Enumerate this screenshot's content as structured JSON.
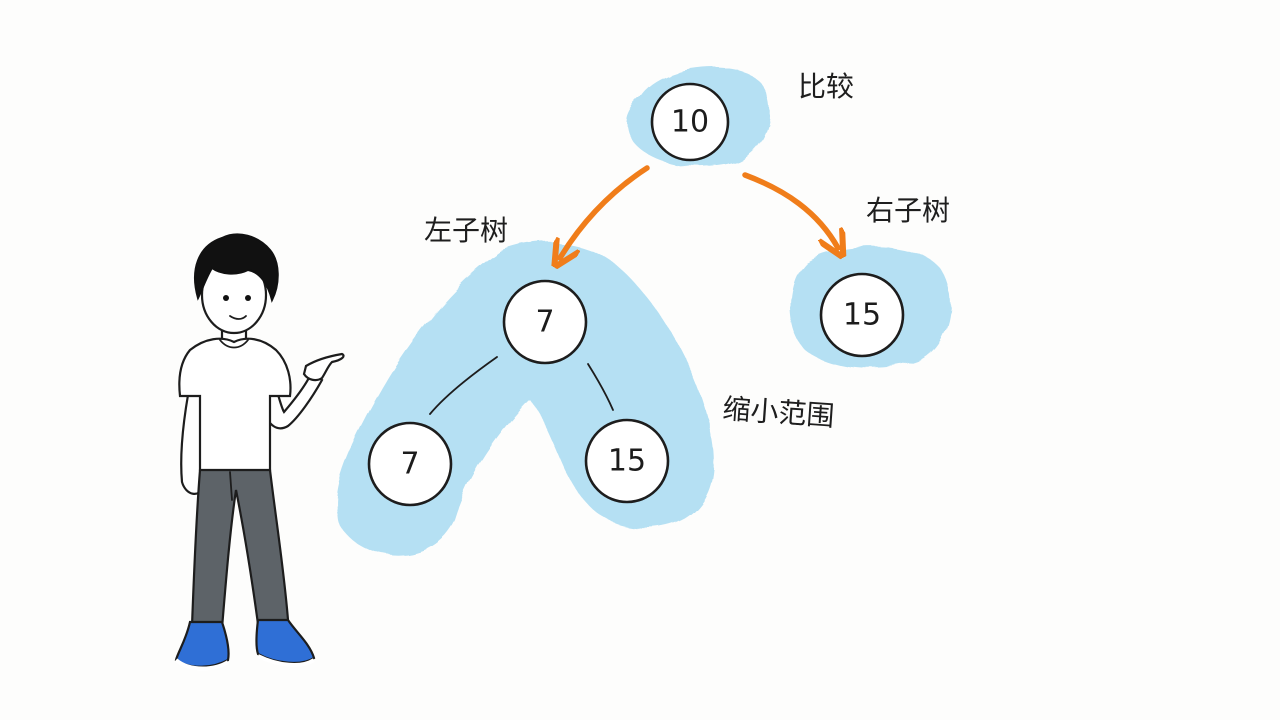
{
  "colors": {
    "highlight": "#a9dcf2",
    "arrow": "#f07d1a",
    "ink": "#1d1d1d",
    "shirt": "#ffffff",
    "pants": "#5d6368",
    "shoe": "#2f6fd6"
  },
  "tree": {
    "root": {
      "value": "10"
    },
    "left": {
      "value": "7"
    },
    "right": {
      "value": "15"
    },
    "left_left": {
      "value": "7"
    },
    "left_right": {
      "value": "15"
    }
  },
  "labels": {
    "compare": "比较",
    "left_subtree": "左子树",
    "right_subtree": "右子树",
    "narrow_range": "缩小范围"
  },
  "icons": {
    "character": "person-pointing-icon"
  }
}
